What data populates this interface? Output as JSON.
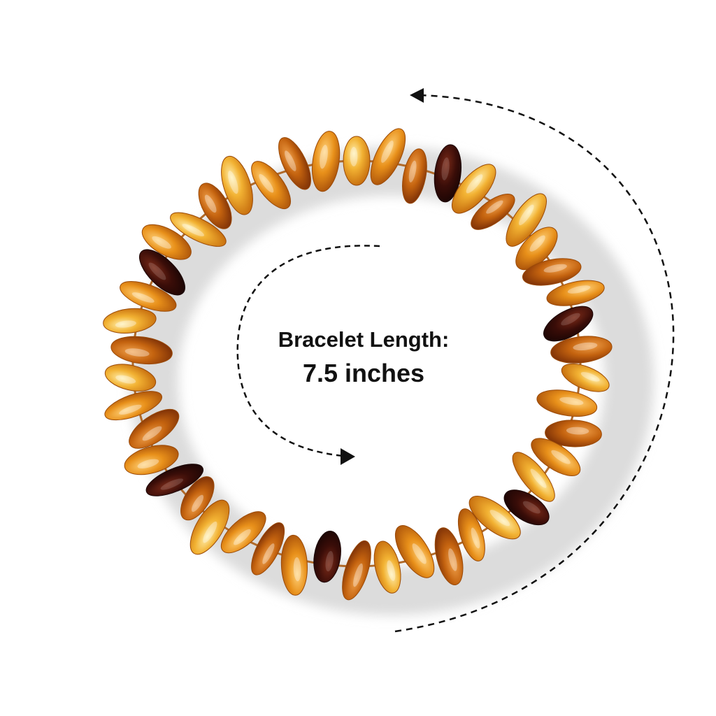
{
  "product": {
    "name": "amber chip bracelet",
    "label_line1": "Bracelet Length:",
    "label_line2": "7.5 inches"
  },
  "colors": {
    "background": "#ffffff",
    "text": "#111111",
    "arrow": "#111111",
    "amber_light": "#f2b233",
    "amber_honey": "#e89a1c",
    "amber_cognac": "#c4630f",
    "amber_dark": "#3a0d08",
    "shadow": "#d9d9d9"
  },
  "icons": {
    "outer_arrow": "dashed-curved-arrow-icon",
    "inner_arrow": "dashed-curved-arrow-icon"
  }
}
